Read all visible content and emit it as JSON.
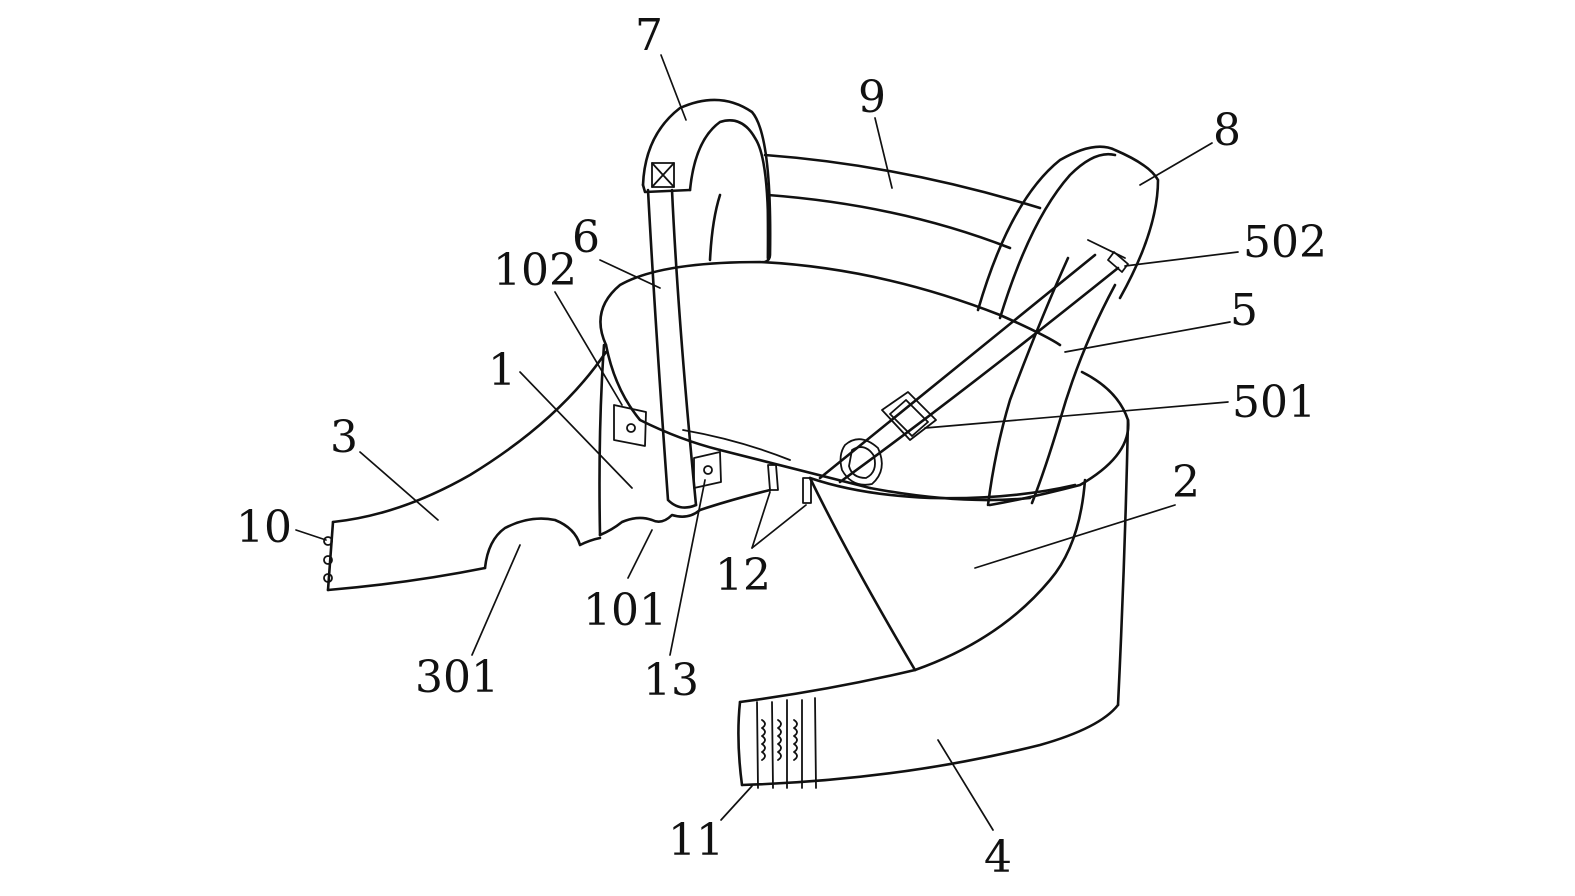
{
  "figure": {
    "labels": {
      "l1": "1",
      "l2": "2",
      "l3": "3",
      "l4": "4",
      "l5": "5",
      "l6": "6",
      "l7": "7",
      "l8": "8",
      "l9": "9",
      "l10": "10",
      "l11": "11",
      "l12": "12",
      "l13": "13",
      "l101": "101",
      "l102": "102",
      "l301": "301",
      "l501": "501",
      "l502": "502"
    },
    "colors": {
      "line": "#111111",
      "background": "#ffffff"
    }
  }
}
